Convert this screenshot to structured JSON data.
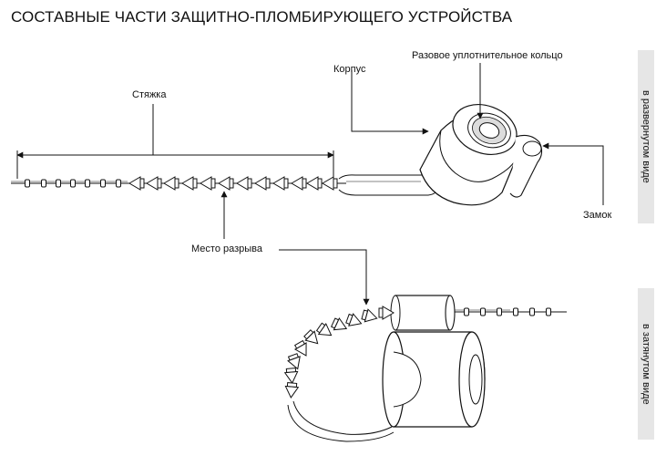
{
  "title": "СОСТАВНЫЕ ЧАСТИ ЗАЩИТНО-ПЛОМБИРУЮЩЕГО УСТРОЙСТВА",
  "labels": {
    "strap": "Стяжка",
    "body": "Корпус",
    "seal_ring": "Разовое уплотнительное кольцо",
    "lock": "Замок",
    "break_point": "Место разрыва"
  },
  "side_tabs": {
    "unfolded": "в развернутом виде",
    "tightened": "в затянутом виде"
  },
  "colors": {
    "line": "#111111",
    "tab_bg": "#e6e6e6",
    "shade": "#dcdcdc"
  }
}
